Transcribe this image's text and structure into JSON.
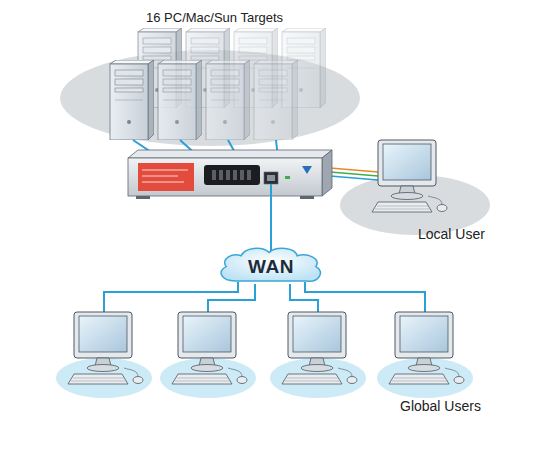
{
  "diagram": {
    "nodes": [
      {
        "text": [
          "WAN"
        ]
      }
    ],
    "labels": [
      "16 PC/Mac/Sun Targets",
      "Local User",
      "Global Users"
    ]
  }
}
